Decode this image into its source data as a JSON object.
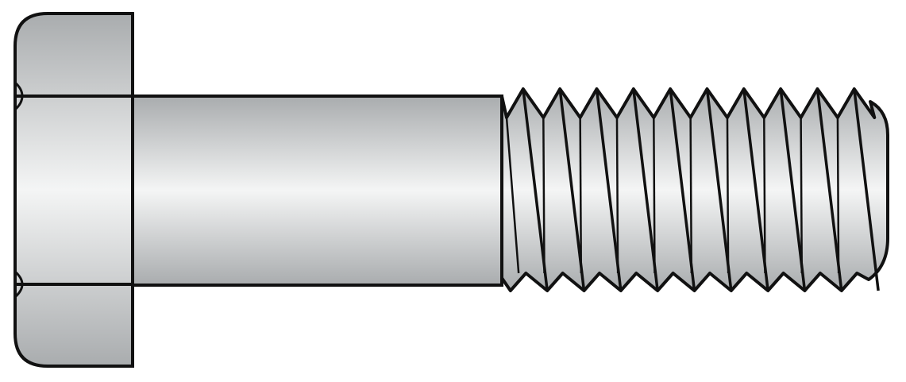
{
  "figure": {
    "subject": "hex-head-bolt",
    "view": "side",
    "thread_crest_count": 10
  },
  "colors": {
    "background": "#ffffff",
    "outline": "#111111",
    "metal_dark": "#a9acae",
    "metal_mid": "#c4c7c9",
    "metal_light": "#f4f5f5",
    "thread_shadow": "#b5b8ba"
  }
}
